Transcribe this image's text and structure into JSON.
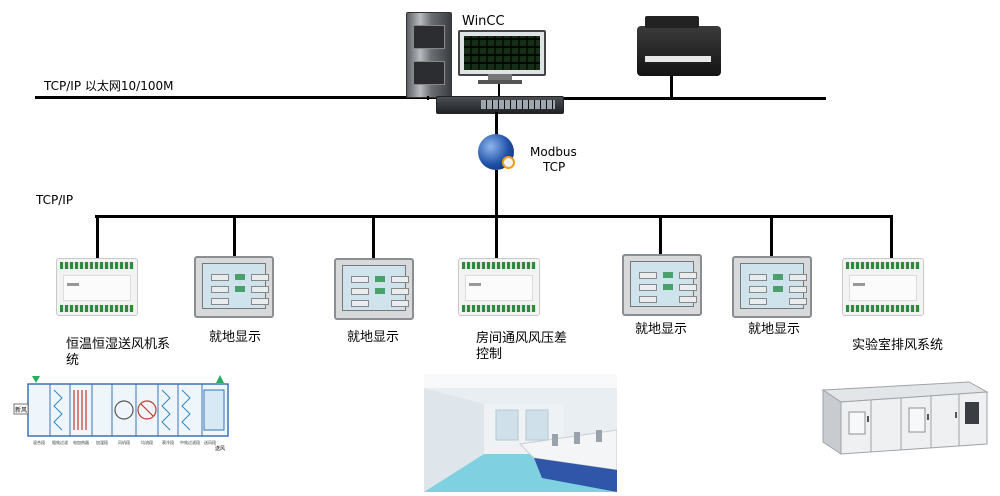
{
  "top_network": {
    "label": "TCP/IP  以太网10/100M"
  },
  "wincc": {
    "label": "WinCC"
  },
  "modbus": {
    "line1": "Modbus",
    "line2": "TCP"
  },
  "field_network": {
    "label": "TCP/IP"
  },
  "devices": [
    {
      "type": "controller",
      "label": "恒温恒湿送风机系统"
    },
    {
      "type": "hmi",
      "label": "就地显示"
    },
    {
      "type": "hmi",
      "label": "就地显示"
    },
    {
      "type": "controller",
      "label": "房间通风风压差控制"
    },
    {
      "type": "hmi",
      "label": "就地显示"
    },
    {
      "type": "hmi",
      "label": "就地显示"
    },
    {
      "type": "controller",
      "label": "实验室排风系统"
    }
  ],
  "ahu_diagram": {
    "in_label": "新风",
    "out_label": "送风",
    "section_labels": [
      "混合段",
      "粗效过滤",
      "电加热器",
      "加湿段",
      "风机段",
      "均流段",
      "表冷段",
      "中效过滤段",
      "送风段"
    ]
  },
  "icons": {
    "server": "server-icon",
    "monitor": "monitor-icon",
    "printer": "printer-icon",
    "switch": "ethernet-switch-icon",
    "globe": "globe-icon"
  },
  "colors": {
    "line": "#000000",
    "controller_terminals": "#2d8a3a",
    "hmi_screen": "#cfe3ec",
    "lab_floor": "#7fd0e0"
  }
}
